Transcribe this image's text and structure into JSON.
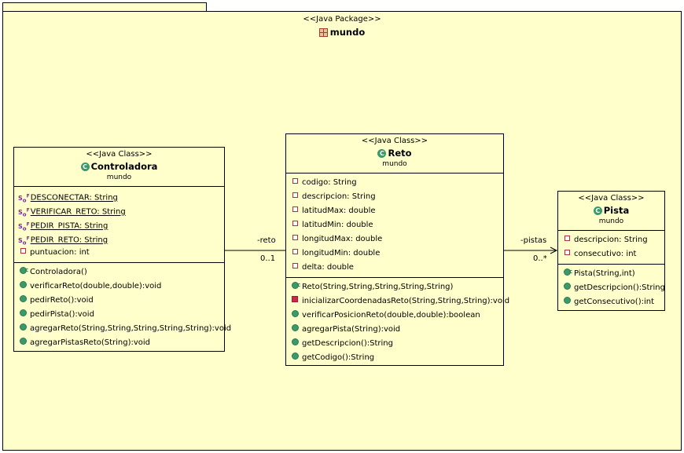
{
  "package": {
    "stereotype": "<<Java Package>>",
    "name": "mundo"
  },
  "classes": {
    "controladora": {
      "stereotype": "<<Java Class>>",
      "name": "Controladora",
      "package": "mundo",
      "attributes": [
        "DESCONECTAR: String",
        "VERIFICAR_RETO: String",
        "PEDIR_PISTA: String",
        "PEDIR_RETO: String",
        "puntuacion: int"
      ],
      "methods": [
        "Controladora()",
        "verificarReto(double,double):void",
        "pedirReto():void",
        "pedirPista():void",
        "agregarReto(String,String,String,String,String):void",
        "agregarPistasReto(String):void"
      ]
    },
    "reto": {
      "stereotype": "<<Java Class>>",
      "name": "Reto",
      "package": "mundo",
      "attributes": [
        "codigo: String",
        "descripcion: String",
        "latitudMax: double",
        "latitudMin: double",
        "longitudMax: double",
        "longitudMin: double",
        "delta: double"
      ],
      "methods": [
        "Reto(String,String,String,String,String)",
        "inicializarCoordenadasReto(String,String,String):void",
        "verificarPosicionReto(double,double):boolean",
        "agregarPista(String):void",
        "getDescripcion():String",
        "getCodigo():String"
      ]
    },
    "pista": {
      "stereotype": "<<Java Class>>",
      "name": "Pista",
      "package": "mundo",
      "attributes": [
        "descripcion: String",
        "consecutivo: int"
      ],
      "methods": [
        "Pista(String,int)",
        "getDescripcion():String",
        "getConsecutivo():int"
      ]
    }
  },
  "associations": {
    "reto": {
      "role": "-reto",
      "multiplicity": "0..1"
    },
    "pistas": {
      "role": "-pistas",
      "multiplicity": "0..*"
    }
  },
  "icons": {
    "class_icon": "class-c-icon",
    "static_final": "static-final-icon",
    "private_field": "private-field-icon",
    "private_method": "private-method-icon",
    "public_method": "public-method-icon",
    "constructor": "constructor-icon",
    "package_icon": "package-icon"
  },
  "colors": {
    "background": "#ffffcc",
    "class_icon": "#3a9a6a",
    "private_marker": "#c8284a",
    "static_marker": "#7a2a9a"
  }
}
